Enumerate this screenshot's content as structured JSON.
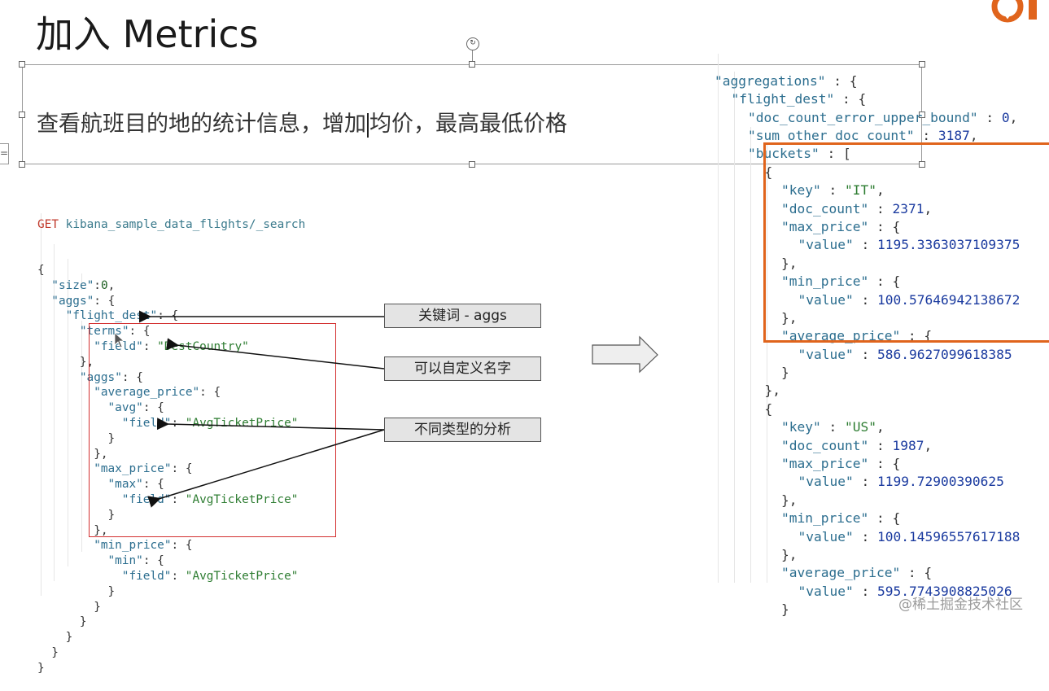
{
  "slide": {
    "title": "加入 Metrics",
    "subtitle_before": "查看航班目的地的统计信息，增加",
    "subtitle_after": "均价，最高最低价格"
  },
  "request": {
    "method": "GET",
    "path": "kibana_sample_data_flights/_search",
    "lines": [
      {
        "indent": 0,
        "parts": [
          {
            "t": "{",
            "c": ""
          }
        ]
      },
      {
        "indent": 1,
        "parts": [
          {
            "t": "\"size\"",
            "c": "key"
          },
          {
            "t": ":",
            "c": ""
          },
          {
            "t": "0",
            "c": "num"
          },
          {
            "t": ",",
            "c": ""
          }
        ]
      },
      {
        "indent": 1,
        "parts": [
          {
            "t": "\"aggs\"",
            "c": "key"
          },
          {
            "t": ": {",
            "c": ""
          }
        ]
      },
      {
        "indent": 2,
        "parts": [
          {
            "t": "\"flight_dest\"",
            "c": "key"
          },
          {
            "t": ": {",
            "c": ""
          }
        ]
      },
      {
        "indent": 3,
        "parts": [
          {
            "t": "\"terms\"",
            "c": "key"
          },
          {
            "t": ": {",
            "c": ""
          }
        ]
      },
      {
        "indent": 4,
        "parts": [
          {
            "t": "\"field\"",
            "c": "key"
          },
          {
            "t": ": ",
            "c": ""
          },
          {
            "t": "\"DestCountry\"",
            "c": "str"
          }
        ]
      },
      {
        "indent": 3,
        "parts": [
          {
            "t": "},",
            "c": ""
          }
        ]
      },
      {
        "indent": 3,
        "parts": [
          {
            "t": "\"aggs\"",
            "c": "key"
          },
          {
            "t": ": {",
            "c": ""
          }
        ]
      },
      {
        "indent": 4,
        "parts": [
          {
            "t": "\"average_price\"",
            "c": "key"
          },
          {
            "t": ": {",
            "c": ""
          }
        ]
      },
      {
        "indent": 5,
        "parts": [
          {
            "t": "\"avg\"",
            "c": "key"
          },
          {
            "t": ": {",
            "c": ""
          }
        ]
      },
      {
        "indent": 6,
        "parts": [
          {
            "t": "\"field\"",
            "c": "key"
          },
          {
            "t": ": ",
            "c": ""
          },
          {
            "t": "\"AvgTicketPrice\"",
            "c": "str"
          }
        ]
      },
      {
        "indent": 5,
        "parts": [
          {
            "t": "}",
            "c": ""
          }
        ]
      },
      {
        "indent": 4,
        "parts": [
          {
            "t": "},",
            "c": ""
          }
        ]
      },
      {
        "indent": 4,
        "parts": [
          {
            "t": "\"max_price\"",
            "c": "key"
          },
          {
            "t": ": {",
            "c": ""
          }
        ]
      },
      {
        "indent": 5,
        "parts": [
          {
            "t": "\"max\"",
            "c": "key"
          },
          {
            "t": ": {",
            "c": ""
          }
        ]
      },
      {
        "indent": 6,
        "parts": [
          {
            "t": "\"field\"",
            "c": "key"
          },
          {
            "t": ": ",
            "c": ""
          },
          {
            "t": "\"AvgTicketPrice\"",
            "c": "str"
          }
        ]
      },
      {
        "indent": 5,
        "parts": [
          {
            "t": "}",
            "c": ""
          }
        ]
      },
      {
        "indent": 4,
        "parts": [
          {
            "t": "},",
            "c": ""
          }
        ]
      },
      {
        "indent": 4,
        "parts": [
          {
            "t": "\"min_price\"",
            "c": "key"
          },
          {
            "t": ": {",
            "c": ""
          }
        ]
      },
      {
        "indent": 5,
        "parts": [
          {
            "t": "\"min\"",
            "c": "key"
          },
          {
            "t": ": {",
            "c": ""
          }
        ]
      },
      {
        "indent": 6,
        "parts": [
          {
            "t": "\"field\"",
            "c": "key"
          },
          {
            "t": ": ",
            "c": ""
          },
          {
            "t": "\"AvgTicketPrice\"",
            "c": "str"
          }
        ]
      },
      {
        "indent": 5,
        "parts": [
          {
            "t": "}",
            "c": ""
          }
        ]
      },
      {
        "indent": 4,
        "parts": [
          {
            "t": "}",
            "c": ""
          }
        ]
      },
      {
        "indent": 3,
        "parts": [
          {
            "t": "}",
            "c": ""
          }
        ]
      },
      {
        "indent": 2,
        "parts": [
          {
            "t": "}",
            "c": ""
          }
        ]
      },
      {
        "indent": 1,
        "parts": [
          {
            "t": "}",
            "c": ""
          }
        ]
      },
      {
        "indent": 0,
        "parts": [
          {
            "t": "}",
            "c": ""
          }
        ]
      }
    ]
  },
  "response": {
    "lines": [
      {
        "indent": 0,
        "parts": [
          {
            "t": "\"aggregations\"",
            "c": "rkey"
          },
          {
            "t": " : {",
            "c": ""
          }
        ]
      },
      {
        "indent": 1,
        "parts": [
          {
            "t": "\"flight_dest\"",
            "c": "rkey"
          },
          {
            "t": " : {",
            "c": ""
          }
        ]
      },
      {
        "indent": 2,
        "parts": [
          {
            "t": "\"doc_count_error_upper_bound\"",
            "c": "rkey"
          },
          {
            "t": " : ",
            "c": ""
          },
          {
            "t": "0",
            "c": "rnum"
          },
          {
            "t": ",",
            "c": ""
          }
        ]
      },
      {
        "indent": 2,
        "parts": [
          {
            "t": "\"sum_other_doc_count\"",
            "c": "rkey"
          },
          {
            "t": " : ",
            "c": ""
          },
          {
            "t": "3187",
            "c": "rnum"
          },
          {
            "t": ",",
            "c": ""
          }
        ]
      },
      {
        "indent": 2,
        "parts": [
          {
            "t": "\"buckets\"",
            "c": "rkey"
          },
          {
            "t": " : [",
            "c": ""
          }
        ]
      },
      {
        "indent": 3,
        "parts": [
          {
            "t": "{",
            "c": ""
          }
        ]
      },
      {
        "indent": 4,
        "parts": [
          {
            "t": "\"key\"",
            "c": "rkey"
          },
          {
            "t": " : ",
            "c": ""
          },
          {
            "t": "\"IT\"",
            "c": "rstr"
          },
          {
            "t": ",",
            "c": ""
          }
        ]
      },
      {
        "indent": 4,
        "parts": [
          {
            "t": "\"doc_count\"",
            "c": "rkey"
          },
          {
            "t": " : ",
            "c": ""
          },
          {
            "t": "2371",
            "c": "rnum"
          },
          {
            "t": ",",
            "c": ""
          }
        ]
      },
      {
        "indent": 4,
        "parts": [
          {
            "t": "\"max_price\"",
            "c": "rkey"
          },
          {
            "t": " : {",
            "c": ""
          }
        ]
      },
      {
        "indent": 5,
        "parts": [
          {
            "t": "\"value\"",
            "c": "rkey"
          },
          {
            "t": " : ",
            "c": ""
          },
          {
            "t": "1195.3363037109375",
            "c": "rnum"
          }
        ]
      },
      {
        "indent": 4,
        "parts": [
          {
            "t": "},",
            "c": ""
          }
        ]
      },
      {
        "indent": 4,
        "parts": [
          {
            "t": "\"min_price\"",
            "c": "rkey"
          },
          {
            "t": " : {",
            "c": ""
          }
        ]
      },
      {
        "indent": 5,
        "parts": [
          {
            "t": "\"value\"",
            "c": "rkey"
          },
          {
            "t": " : ",
            "c": ""
          },
          {
            "t": "100.57646942138672",
            "c": "rnum"
          }
        ]
      },
      {
        "indent": 4,
        "parts": [
          {
            "t": "},",
            "c": ""
          }
        ]
      },
      {
        "indent": 4,
        "parts": [
          {
            "t": "\"average_price\"",
            "c": "rkey"
          },
          {
            "t": " : {",
            "c": ""
          }
        ]
      },
      {
        "indent": 5,
        "parts": [
          {
            "t": "\"value\"",
            "c": "rkey"
          },
          {
            "t": " : ",
            "c": ""
          },
          {
            "t": "586.9627099618385",
            "c": "rnum"
          }
        ]
      },
      {
        "indent": 4,
        "parts": [
          {
            "t": "}",
            "c": ""
          }
        ]
      },
      {
        "indent": 3,
        "parts": [
          {
            "t": "},",
            "c": ""
          }
        ]
      },
      {
        "indent": 3,
        "parts": [
          {
            "t": "{",
            "c": ""
          }
        ]
      },
      {
        "indent": 4,
        "parts": [
          {
            "t": "\"key\"",
            "c": "rkey"
          },
          {
            "t": " : ",
            "c": ""
          },
          {
            "t": "\"US\"",
            "c": "rstr"
          },
          {
            "t": ",",
            "c": ""
          }
        ]
      },
      {
        "indent": 4,
        "parts": [
          {
            "t": "\"doc_count\"",
            "c": "rkey"
          },
          {
            "t": " : ",
            "c": ""
          },
          {
            "t": "1987",
            "c": "rnum"
          },
          {
            "t": ",",
            "c": ""
          }
        ]
      },
      {
        "indent": 4,
        "parts": [
          {
            "t": "\"max_price\"",
            "c": "rkey"
          },
          {
            "t": " : {",
            "c": ""
          }
        ]
      },
      {
        "indent": 5,
        "parts": [
          {
            "t": "\"value\"",
            "c": "rkey"
          },
          {
            "t": " : ",
            "c": ""
          },
          {
            "t": "1199.72900390625",
            "c": "rnum"
          }
        ]
      },
      {
        "indent": 4,
        "parts": [
          {
            "t": "},",
            "c": ""
          }
        ]
      },
      {
        "indent": 4,
        "parts": [
          {
            "t": "\"min_price\"",
            "c": "rkey"
          },
          {
            "t": " : {",
            "c": ""
          }
        ]
      },
      {
        "indent": 5,
        "parts": [
          {
            "t": "\"value\"",
            "c": "rkey"
          },
          {
            "t": " : ",
            "c": ""
          },
          {
            "t": "100.14596557617188",
            "c": "rnum"
          }
        ]
      },
      {
        "indent": 4,
        "parts": [
          {
            "t": "},",
            "c": ""
          }
        ]
      },
      {
        "indent": 4,
        "parts": [
          {
            "t": "\"average_price\"",
            "c": "rkey"
          },
          {
            "t": " : {",
            "c": ""
          }
        ]
      },
      {
        "indent": 5,
        "parts": [
          {
            "t": "\"value\"",
            "c": "rkey"
          },
          {
            "t": " : ",
            "c": ""
          },
          {
            "t": "595.7743908825026",
            "c": "rnum"
          }
        ]
      },
      {
        "indent": 4,
        "parts": [
          {
            "t": "}",
            "c": ""
          }
        ]
      }
    ]
  },
  "callouts": {
    "keyword": "关键词 - aggs",
    "custom_name": "可以自定义名字",
    "analysis_types": "不同类型的分析"
  },
  "watermark": "@稀土掘金技术社区",
  "logo": {
    "icon": "brand-logo-icon",
    "color": "#e0641c"
  },
  "colors": {
    "highlight_box": "#e0641c",
    "red_box": "#d32f2f"
  }
}
